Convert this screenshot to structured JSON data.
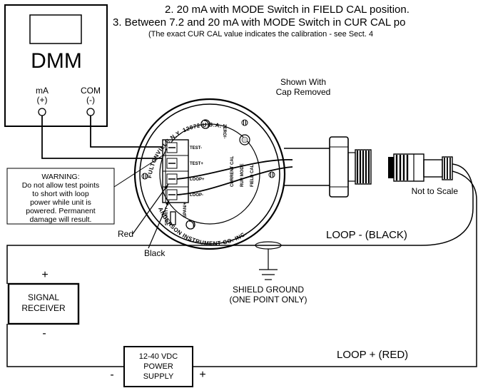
{
  "instructions": {
    "line2": "2.  20 mA with MODE Switch in FIELD CAL position.",
    "line3": "3.  Between 7.2 and 20 mA with MODE Switch in CUR CAL po",
    "line3_note": "(The exact CUR CAL value indicates the calibration - see Sect. 4"
  },
  "dmm": {
    "label": "DMM",
    "ma_label": "mA",
    "ma_sign": "(+)",
    "com_label": "COM",
    "com_sign": "(-)"
  },
  "transmitter": {
    "shown_with_1": "Shown With",
    "shown_with_2": "Cap Removed",
    "outer_text_top": "FULTONVILLE N.Y. 12072 U.S.A.",
    "outer_text_bottom": "ANDERSON INSTRUMENT CO. INC.",
    "zero_label": "ZERO/-",
    "span_label": "SPAN/+",
    "security_label": "SECURITY",
    "current_cal": "CURRENT CAL",
    "run_mode": "RUN MODE",
    "field_cal": "FIELD CAL",
    "terminals": [
      "TEST-",
      "TEST+",
      "LOOP+",
      "LOOP-"
    ],
    "not_to_scale": "Not to Scale"
  },
  "warning": {
    "title": "WARNING:",
    "lines": [
      "Do not allow test points",
      "to short with loop",
      "power while unit is",
      "powered. Permanent",
      "damage will result."
    ]
  },
  "wires": {
    "red": "Red",
    "black": "Black",
    "loop_minus": "LOOP - (BLACK)",
    "loop_plus": "LOOP + (RED)"
  },
  "shield": {
    "line1": "SHIELD GROUND",
    "line2": "(ONE POINT ONLY)"
  },
  "receiver": {
    "line1": "SIGNAL",
    "line2": "RECEIVER",
    "plus": "+",
    "minus": "-"
  },
  "power_supply": {
    "line1": "12-40 VDC",
    "line2": "POWER",
    "line3": "SUPPLY",
    "minus": "-",
    "plus": "+"
  }
}
